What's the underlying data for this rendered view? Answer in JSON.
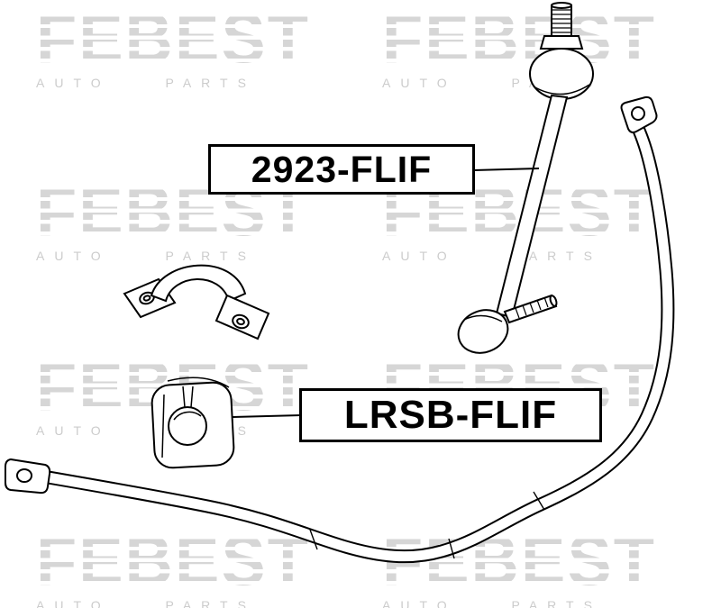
{
  "watermark": {
    "logo": "FEBEST",
    "subtext": "AUTO PARTS"
  },
  "labels": {
    "link_part_number": "2923-FLIF",
    "bushing_part_number": "LRSB-FLIF"
  },
  "colors": {
    "line": "#000000",
    "watermark_text": "#d6d6d6",
    "background": "#ffffff"
  }
}
